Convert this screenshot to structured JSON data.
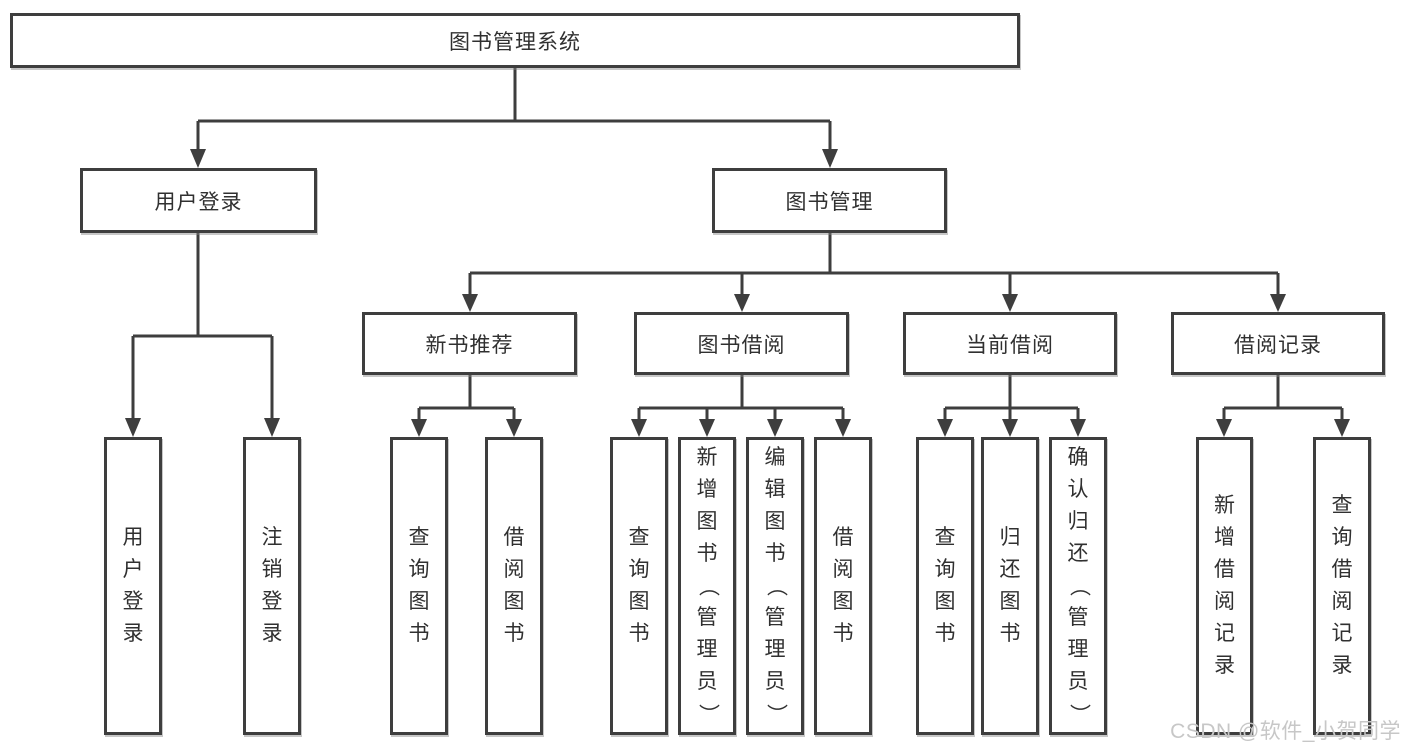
{
  "diagram": {
    "title": "图书管理系统",
    "tree": {
      "root": {
        "label": "图书管理系统"
      },
      "branches": [
        {
          "label": "用户登录",
          "leaves": [
            "用户登录",
            "注销登录"
          ]
        },
        {
          "label": "图书管理",
          "sections": [
            {
              "label": "新书推荐",
              "leaves": [
                "查询图书",
                "借阅图书"
              ]
            },
            {
              "label": "图书借阅",
              "leaves": [
                "查询图书",
                "新增图书（管理员）",
                "编辑图书（管理员）",
                "借阅图书"
              ]
            },
            {
              "label": "当前借阅",
              "leaves": [
                "查询图书",
                "归还图书",
                "确认归还（管理员）"
              ]
            },
            {
              "label": "借阅记录",
              "leaves": [
                "新增借阅记录",
                "查询借阅记录"
              ]
            }
          ]
        }
      ]
    },
    "watermark": "CSDN @软件_小贺同学",
    "colors": {
      "line": "#3e3e3e",
      "text": "#303030",
      "background": "#ffffff",
      "watermark": "#c7c7c7"
    }
  }
}
